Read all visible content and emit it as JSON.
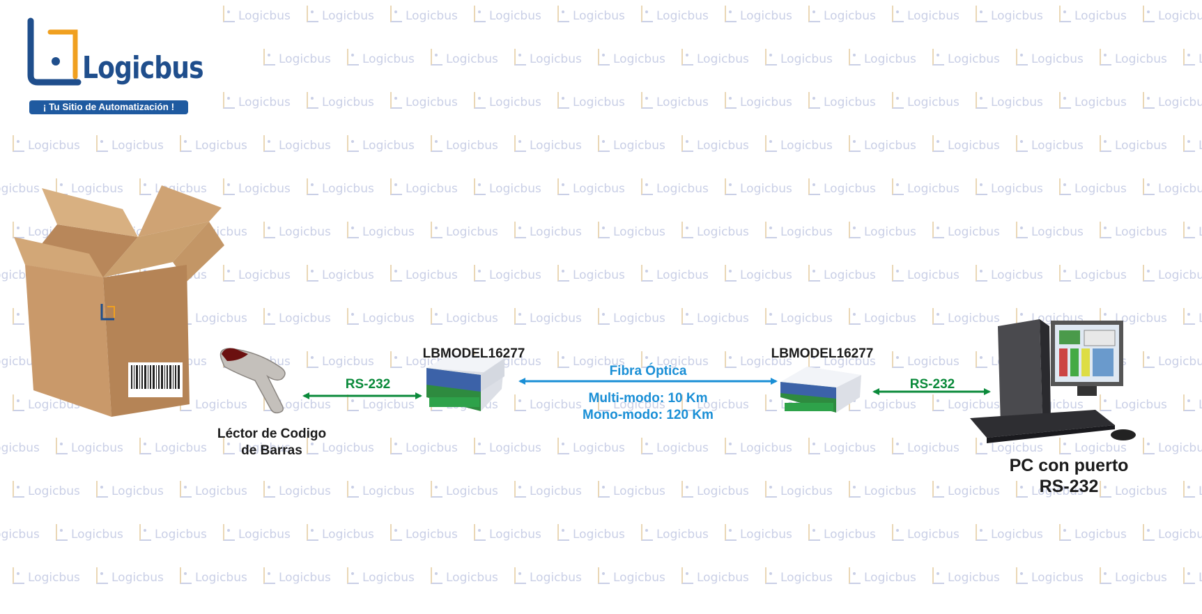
{
  "watermark_text": "Logicbus",
  "logo": {
    "name": "Logicbus",
    "tagline": "¡ Tu Sitio de Automatización !"
  },
  "devices": {
    "scanner_label_line1": "Léctor de Codigo",
    "scanner_label_line2": "de Barras",
    "converter_left_label": "LBMODEL16277",
    "converter_right_label": "LBMODEL16277",
    "pc_label_line1": "PC con puerto",
    "pc_label_line2": "RS-232"
  },
  "links": {
    "left_protocol": "RS-232",
    "right_protocol": "RS-232",
    "fiber_title": "Fibra Óptica",
    "fiber_multimode": "Multi-modo: 10 Km",
    "fiber_monomode": "Mono-modo: 120 Km"
  },
  "colors": {
    "rs232": "#0a8a3a",
    "fiber": "#1a8fd6",
    "logo_blue": "#1f4e8c",
    "logo_orange": "#f0a020"
  }
}
